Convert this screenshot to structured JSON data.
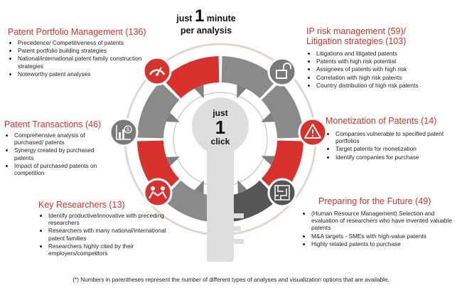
{
  "headline": {
    "line1_pre": "just ",
    "line1_num": "1",
    "line1_post": " minute",
    "line2": "per analysis"
  },
  "center": {
    "top": "just",
    "number": "1",
    "bottom": "click"
  },
  "sections": {
    "portfolio": {
      "title": "Patent Portfolio Management (136)",
      "items": [
        "Precedence/ Competitiveness of patents",
        "Patent portfolio building strategies",
        "National/international patent family construction strategies",
        "Noteworthy patent analyses"
      ]
    },
    "ip_risk": {
      "title_line1": "IP risk management (59)/",
      "title_line2": "Litigation strategies (103)",
      "items": [
        "Litigations and litigated patents",
        "Patents with high risk potential",
        "Assignees of patents with high risk",
        "Correlation with high risk patents",
        "Country distribution of high risk patents"
      ]
    },
    "transactions": {
      "title": "Patent Transactions (46)",
      "items": [
        "Comprehensive analysis of purchased/ patents",
        "Synergy created by purchased patents",
        "Impact of purchased patents on competition"
      ]
    },
    "monetization": {
      "title": "Monetization of Patents (14)",
      "items": [
        "Companies vulnerable to specified patent portfolios",
        "Target patents for monetization",
        "Identify companies for purchase"
      ]
    },
    "researchers": {
      "title": "Key Researchers (13)",
      "items": [
        "Identify productive/innovative with preceding researchers",
        "Researchers with many national/international patent families",
        "Researchers highly cited by their employers/competitors"
      ]
    },
    "future": {
      "title": "Preparing for the Future (49)",
      "items": [
        "(Human Resource Management) Selection and evaluation of researchers who have invented valuable patents",
        "M&A targets - SMEs with high-value patents",
        "Highly related patents to purchase"
      ]
    }
  },
  "footnote": "(*) Numbers in parentheses represent the number of different types of analyses and visualization options that are available.",
  "colors": {
    "red": "#d9312b",
    "gray": "#8a8a8a",
    "dark": "#555555",
    "light_ring": "#e3d6cf",
    "key": "#dedede"
  },
  "icons": [
    "gauge-icon",
    "unlock-icon",
    "dollar-chart-icon",
    "warning-icon",
    "handshake-icon",
    "maze-icon"
  ]
}
